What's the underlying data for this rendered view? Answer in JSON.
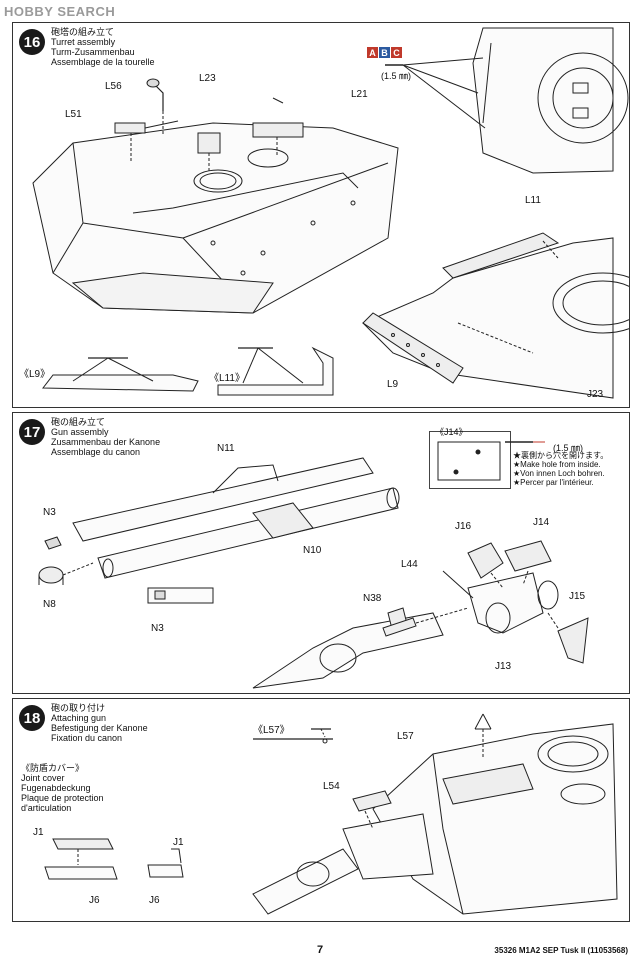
{
  "watermark": "HOBBY SEARCH",
  "steps": [
    {
      "number": "16",
      "titles": [
        "砲塔の組み立て",
        "Turret assembly",
        "Turm-Zusammenbau",
        "Assemblage de la tourelle"
      ],
      "drill_letters": [
        "A",
        "B",
        "C"
      ],
      "drill_size": "(1.5 ㎜)",
      "labels": {
        "l56": "L56",
        "l23": "L23",
        "l51": "L51",
        "l21": "L21",
        "l11": "L11",
        "l9": "L9",
        "j23": "J23"
      },
      "callouts": {
        "l9": "《L9》",
        "l11": "《L11》"
      }
    },
    {
      "number": "17",
      "titles": [
        "砲の組み立て",
        "Gun assembly",
        "Zusammenbau der Kanone",
        "Assemblage du canon"
      ],
      "inset_title": "《J14》",
      "drill_size": "(1.5 ㎜)",
      "notes": [
        "★裏側から穴を開けます。",
        "★Make hole from inside.",
        "★Von innen Loch bohren.",
        "★Percer par l'intérieur."
      ],
      "labels": {
        "n11": "N11",
        "n3a": "N3",
        "n10": "N10",
        "n8": "N8",
        "n3b": "N3",
        "j16": "J16",
        "j14": "J14",
        "l44": "L44",
        "n38": "N38",
        "j15": "J15",
        "j13": "J13"
      }
    },
    {
      "number": "18",
      "titles": [
        "砲の取り付け",
        "Attaching gun",
        "Befestigung der Kanone",
        "Fixation du canon"
      ],
      "callout_l57": "《L57》",
      "sub_titles": [
        "《防盾カバー》",
        "Joint cover",
        "Fugenabdeckung",
        "Plaque de protection",
        "d'articulation"
      ],
      "labels": {
        "l57": "L57",
        "l54": "L54",
        "j1a": "J1",
        "j6a": "J6",
        "j1b": "J1",
        "j6b": "J6"
      }
    }
  ],
  "footer": {
    "page": "7",
    "code": "35326  M1A2 SEP Tusk II (11053568)"
  },
  "colors": {
    "drill_a": "#c0392b",
    "drill_b": "#2c5aa0",
    "drill_c": "#c0392b"
  }
}
